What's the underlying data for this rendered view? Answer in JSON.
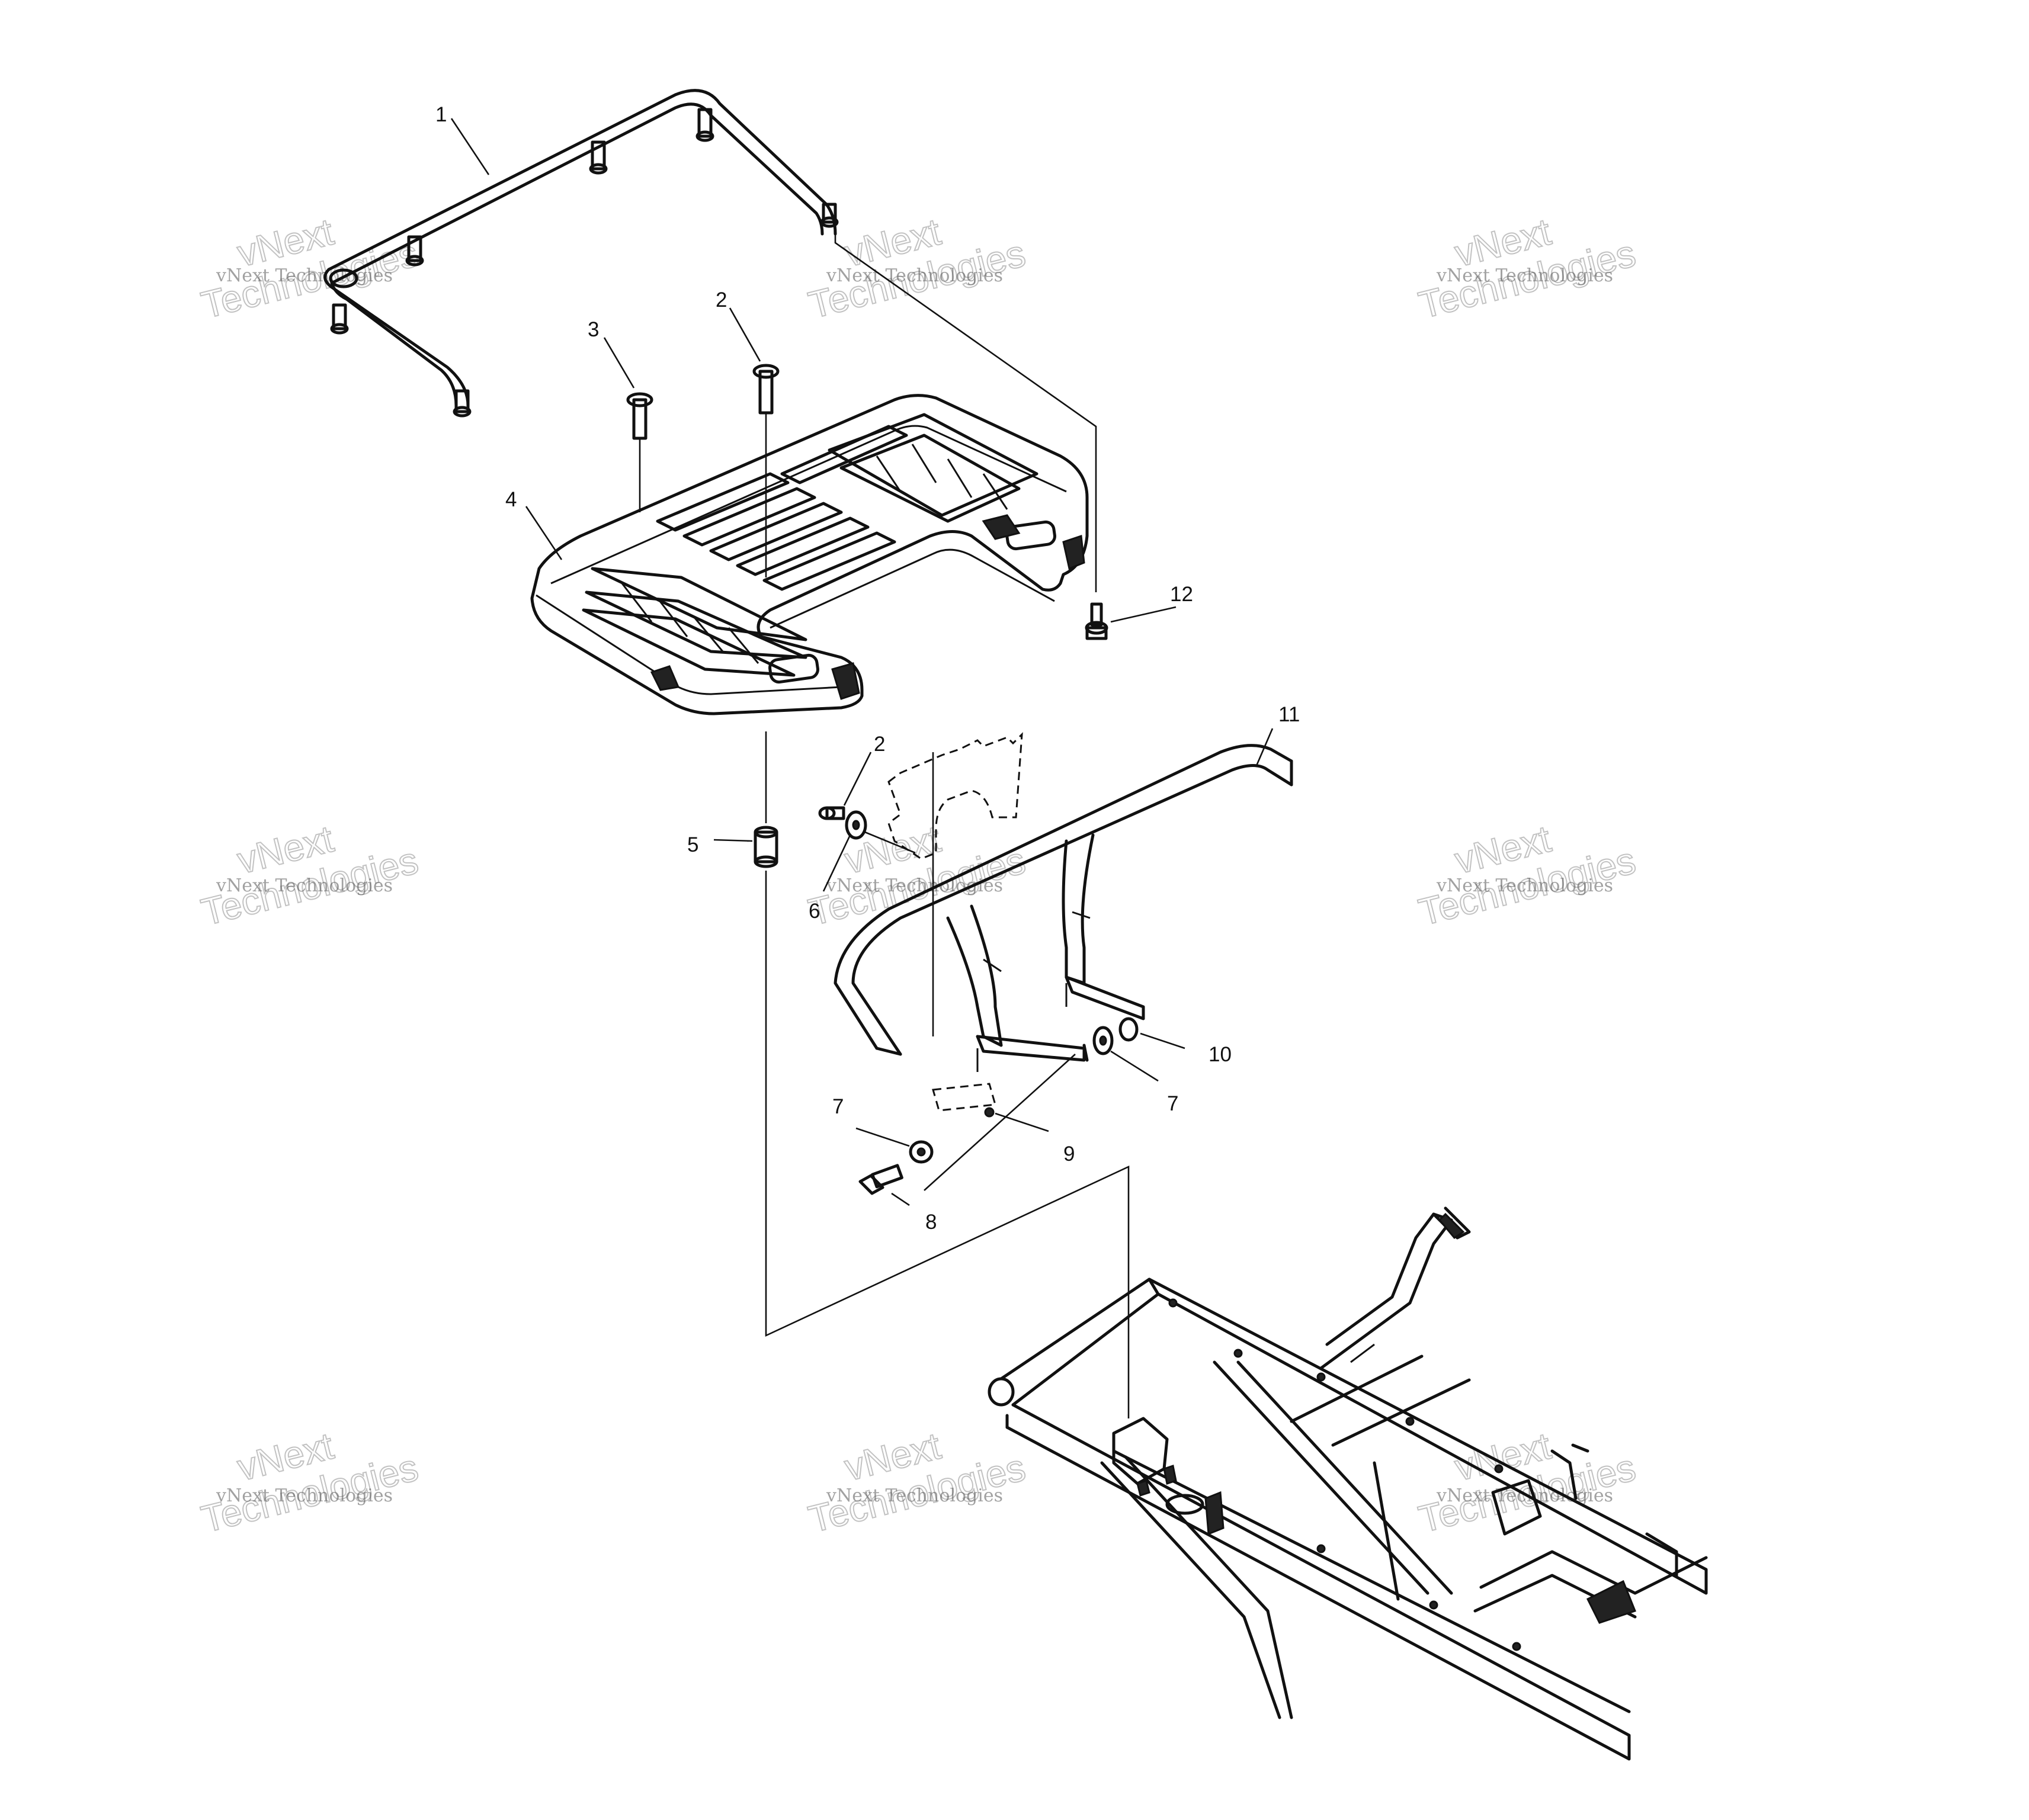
{
  "callouts": {
    "c1": "1",
    "c2a": "2",
    "c2b": "2",
    "c3": "3",
    "c4": "4",
    "c5": "5",
    "c6": "6",
    "c7a": "7",
    "c7b": "7",
    "c8": "8",
    "c9": "9",
    "c10": "10",
    "c11": "11",
    "c12": "12"
  },
  "watermark": {
    "line1": "vNext Technologies",
    "big_top": "vNext",
    "big_bottom": "Technologies"
  }
}
